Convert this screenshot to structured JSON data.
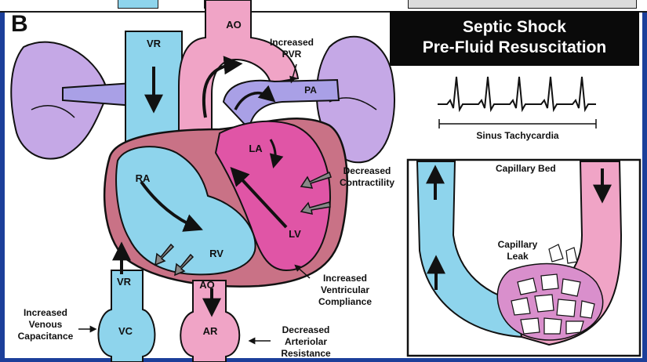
{
  "panel_letter": "B",
  "title": {
    "line1": "Septic Shock",
    "line2": "Pre-Fluid Resuscitation"
  },
  "ecg_label": "Sinus Tachycardia",
  "vessels": {
    "vr_top": "VR",
    "ao_top": "AO",
    "pa": "PA",
    "vr_bottom": "VR",
    "vc": "VC",
    "ao_bottom": "AO",
    "ar": "AR"
  },
  "chambers": {
    "ra": "RA",
    "rv": "RV",
    "la": "LA",
    "lv": "LV"
  },
  "annotations": {
    "increased_pvr": [
      "Increased",
      "PVR"
    ],
    "decreased_contractility": [
      "Decreased",
      "Contractility"
    ],
    "increased_ventricular_compliance": [
      "Increased",
      "Ventricular",
      "Compliance"
    ],
    "increased_venous_capacitance": [
      "Increased",
      "Venous",
      "Capacitance"
    ],
    "decreased_arteriolar_resistance": [
      "Decreased",
      "Arteriolar",
      "Resistance"
    ]
  },
  "capillary": {
    "title": "Capillary Bed",
    "leak": [
      "Capillary",
      "Leak"
    ]
  },
  "colors": {
    "venous_blue": "#8ed4ec",
    "arterial_pink": "#f0a4c6",
    "lv_magenta": "#e055a6",
    "myocardium": "#c97286",
    "lung_lavender": "#c5a8e6",
    "pa_purple": "#a9a0e6",
    "frame_blue": "#1c3f9a"
  }
}
